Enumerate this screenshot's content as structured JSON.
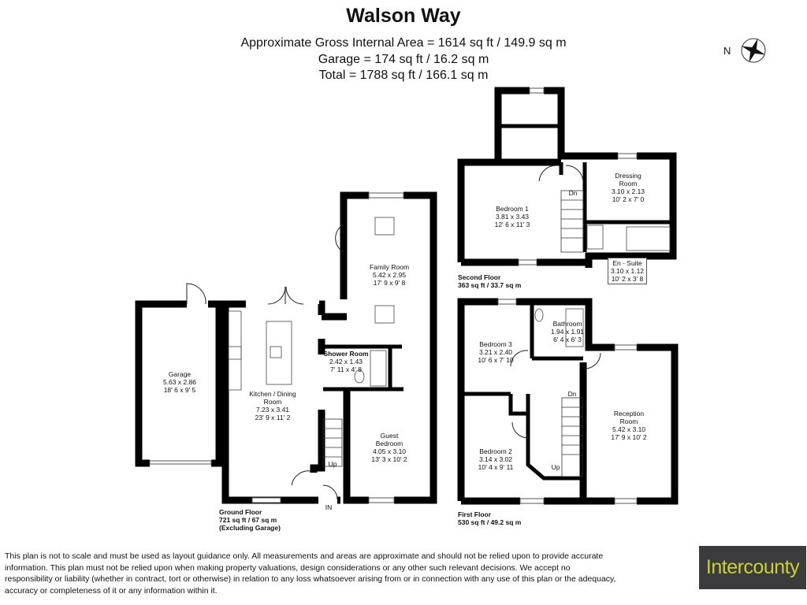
{
  "header": {
    "title": "Walson Way",
    "gross_area": "Approximate Gross Internal Area = 1614 sq ft / 149.9 sq m",
    "garage_area": "Garage = 174 sq ft / 16.2 sq m",
    "total_area": "Total = 1788 sq ft / 166.1 sq m"
  },
  "compass": {
    "label": "N",
    "icon": "compass-rose-icon"
  },
  "floors": {
    "ground": {
      "name": "Ground Floor",
      "area": "721 sq ft / 67 sq m",
      "note": "(Excluding Garage)",
      "entrance": "IN",
      "stairs": "Up",
      "rooms": [
        {
          "name": "Garage",
          "metric": "5.63 x 2.86",
          "imperial": "18' 6 x 9' 5"
        },
        {
          "name": "Kitchen / Dining Room",
          "metric": "7.23 x 3.41",
          "imperial": "23' 9 x 11' 2"
        },
        {
          "name": "Family Room",
          "metric": "5.42 x 2.95",
          "imperial": "17' 9 x 9' 8"
        },
        {
          "name": "Shower Room",
          "metric": "2.42 x 1.43",
          "imperial": "7' 11 x 4' 8"
        },
        {
          "name": "Guest Bedroom",
          "metric": "4.05 x 3.10",
          "imperial": "13' 3 x 10' 2"
        }
      ]
    },
    "first": {
      "name": "First Floor",
      "area": "530 sq ft / 49.2 sq m",
      "stairs_down": "Dn",
      "stairs_up": "Up",
      "rooms": [
        {
          "name": "Bedroom 3",
          "metric": "3.21 x 2.40",
          "imperial": "10' 6 x 7' 10"
        },
        {
          "name": "Bathroom",
          "metric": "1.94 x 1.91",
          "imperial": "6' 4 x 6' 3"
        },
        {
          "name": "Bedroom 2",
          "metric": "3.14 x 3.02",
          "imperial": "10' 4 x 9' 11"
        },
        {
          "name": "Reception Room",
          "metric": "5.42 x 3.10",
          "imperial": "17' 9 x 10' 2"
        }
      ]
    },
    "second": {
      "name": "Second Floor",
      "area": "363 sq ft / 33.7 sq m",
      "stairs_down": "Dn",
      "rooms": [
        {
          "name": "Bedroom 1",
          "metric": "3.81 x 3.43",
          "imperial": "12' 6 x 11' 3"
        },
        {
          "name": "Dressing Room",
          "metric": "3.10 x 2.13",
          "imperial": "10' 2 x 7' 0"
        },
        {
          "name": "En - Suite",
          "metric": "3.10 x 1.12",
          "imperial": "10' 2 x 3' 8"
        }
      ]
    }
  },
  "footer": {
    "disclaimer": "This plan is not to scale and must be used as layout guidance only. All measurements and areas are approximate and should not be relied upon to provide accurate information. This plan must not be relied upon when making property valuations, design considerations or any other such relevant decisions. We accept no responsibility or liability (whether in contract, tort or otherwise) in relation to any loss whatsoever arising from or in connection with any use of this plan or the adequacy, accuracy or completeness of it or any information within it.",
    "logo": "Intercounty"
  },
  "colors": {
    "wall": "#000000",
    "logo_bg": "#3c3b3e",
    "logo_text": "#c6d42c"
  }
}
